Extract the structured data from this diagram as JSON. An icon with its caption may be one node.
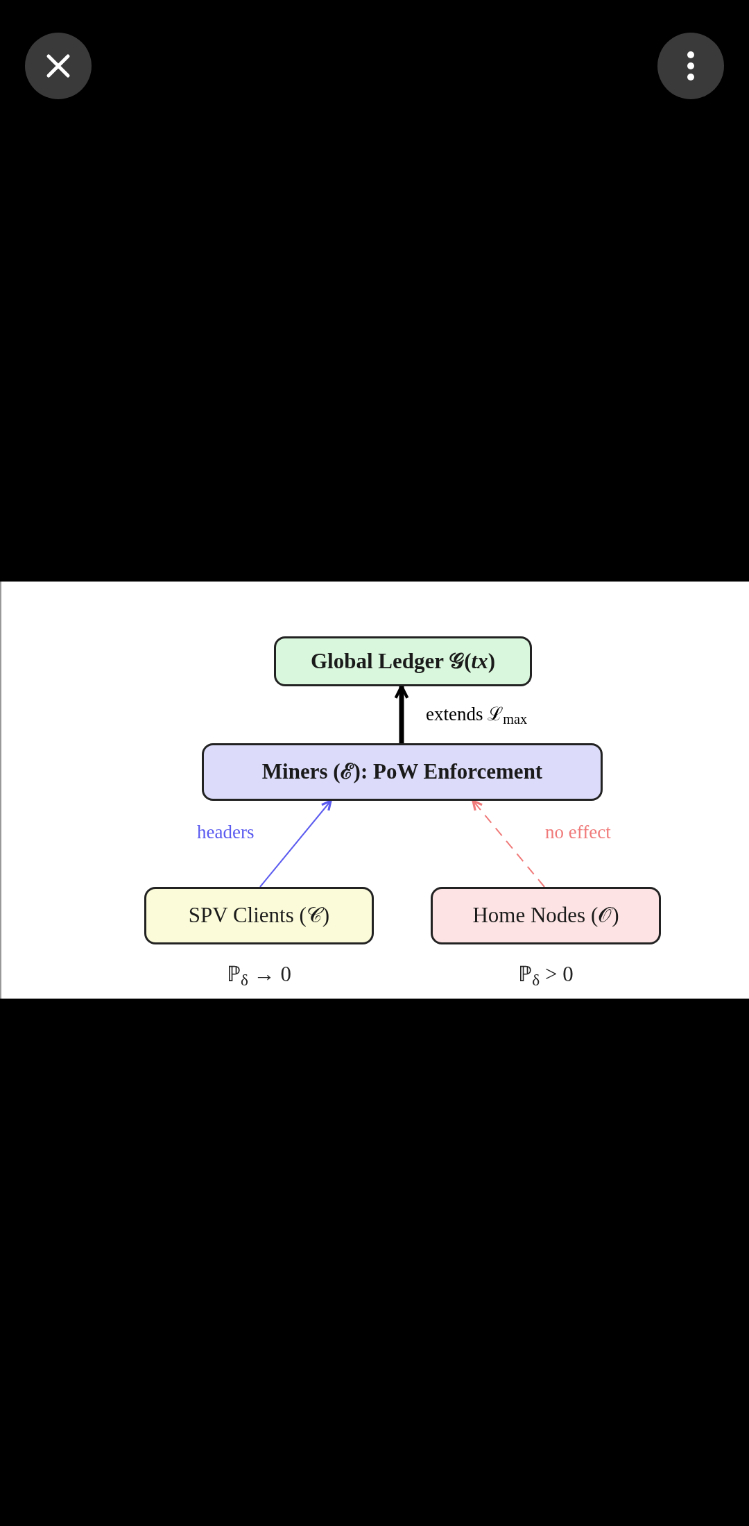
{
  "diagram": {
    "nodes": [
      {
        "text": [
          "Global Ledger 𝒢(*tx*)"
        ]
      },
      {
        "text": [
          "Miners (ℰ): PoW Enforcement"
        ]
      },
      {
        "text": [
          "SPV Clients (𝒞)"
        ],
        "beside": [
          "ℙ$_{δ}$ → 0"
        ]
      },
      {
        "text": [
          "Home Nodes (𝒪)"
        ],
        "beside": [
          "ℙ$_{δ}$ > 0"
        ]
      }
    ],
    "edges": [
      {
        "from": 1,
        "to": 0,
        "arrow": "to",
        "label": "extends ℒ$_{max}$",
        "style": "thick"
      },
      {
        "from": 2,
        "to": 1,
        "arrow": "to",
        "label": "headers",
        "color": "#5b5bf0"
      },
      {
        "from": 3,
        "to": 1,
        "arrow": "to",
        "label": "no effect",
        "style": "dashed",
        "color": "#f07a7a"
      }
    ]
  }
}
